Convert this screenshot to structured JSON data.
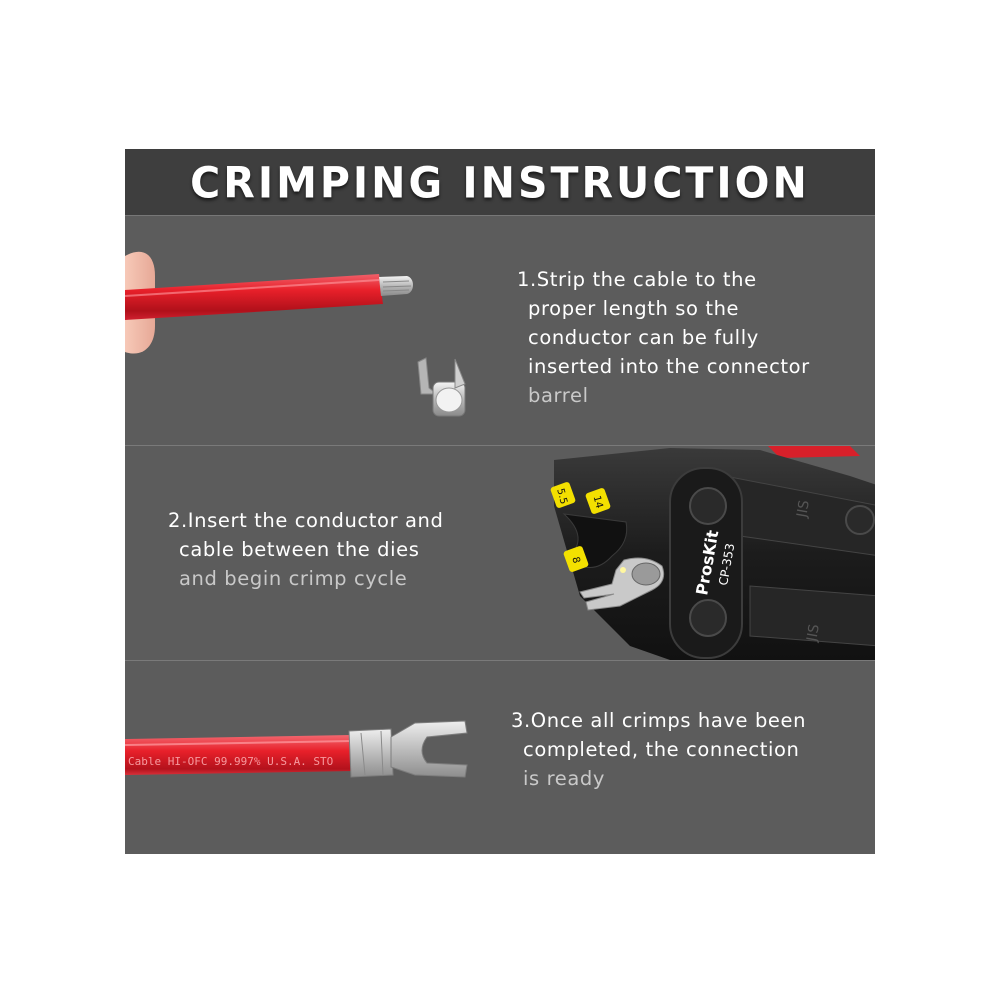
{
  "header": {
    "title": "CRIMPING INSTRUCTION"
  },
  "steps": [
    {
      "lines": [
        "1.Strip the cable to the",
        "proper length so the",
        "conductor can be fully",
        "inserted into the connector",
        "barrel"
      ]
    },
    {
      "lines": [
        "2.Insert the conductor and",
        "cable between the dies",
        "and begin crimp cycle"
      ]
    },
    {
      "lines": [
        "3.Once all crimps have been",
        "completed, the connection",
        "is ready"
      ]
    }
  ],
  "tool": {
    "brand": "ProsKit",
    "model": "CP-353",
    "die_labels": [
      "5.5",
      "14",
      "8"
    ],
    "jis_mark": "JIS"
  },
  "cable_print": "Cable HI-OFC 99.997% U.S.A. STO",
  "colors": {
    "header_bg": "#3e3e3e",
    "panel_bg": "#5c5c5c",
    "cable_red": "#e8202a",
    "die_yellow": "#f3e000"
  }
}
